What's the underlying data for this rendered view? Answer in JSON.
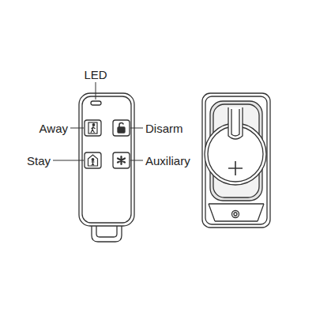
{
  "diagram": {
    "labels": [
      "LED",
      "Away",
      "Disarm",
      "Stay",
      "Auxiliary"
    ]
  }
}
